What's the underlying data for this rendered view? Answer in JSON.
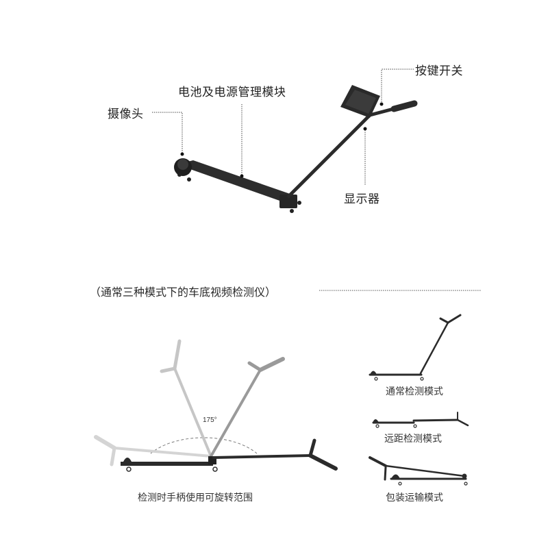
{
  "product_diagram": {
    "labels": {
      "camera": "摄像头",
      "battery_module": "电池及电源管理模块",
      "button_switch": "按键开关",
      "display": "显示器"
    }
  },
  "modes_section": {
    "heading": "（通常三种模式下的车底视频检测仪）",
    "rotation": {
      "angle_label": "175°",
      "caption": "检测时手柄使用可旋转范围"
    },
    "modes": [
      {
        "caption": "通常检测模式"
      },
      {
        "caption": "远距检测模式"
      },
      {
        "caption": "包装运输模式"
      }
    ]
  },
  "colors": {
    "device": "#2b2b2b",
    "ghost_light": "#cfcfcf",
    "ghost_mid": "#a8a8a8",
    "ghost_dark": "#8a8a8a",
    "leader_line": "#444444"
  }
}
